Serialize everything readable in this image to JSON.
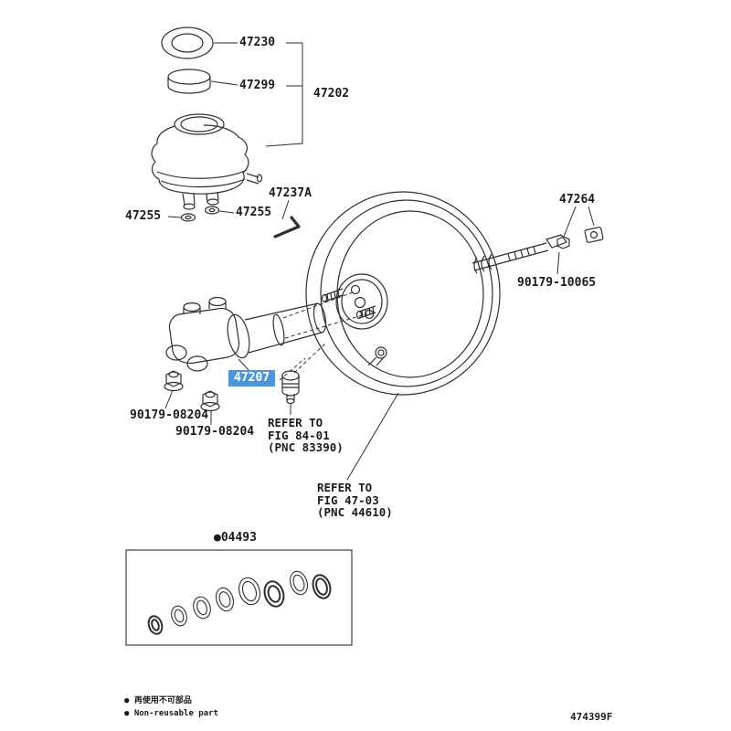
{
  "diagram": {
    "doc_code": "474399F",
    "highlight_color": "#4e96d9"
  },
  "parts": {
    "p47230": "47230",
    "p47299": "47299",
    "p47202": "47202",
    "p47237a": "47237A",
    "p47255_left": "47255",
    "p47255_right": "47255",
    "p47207": "47207",
    "p47264": "47264",
    "p90179_10065": "90179-10065",
    "p90179_08204_a": "90179-08204",
    "p90179_08204_b": "90179-08204",
    "p04493": "●04493"
  },
  "notes": {
    "refer1": [
      "REFER TO",
      "FIG 84-01",
      "(PNC 83390)"
    ],
    "refer2": [
      "REFER TO",
      "FIG 47-03",
      "(PNC 44610)"
    ],
    "footnote_jp": "● 再使用不可部品",
    "footnote_en": "● Non-reusable part"
  }
}
